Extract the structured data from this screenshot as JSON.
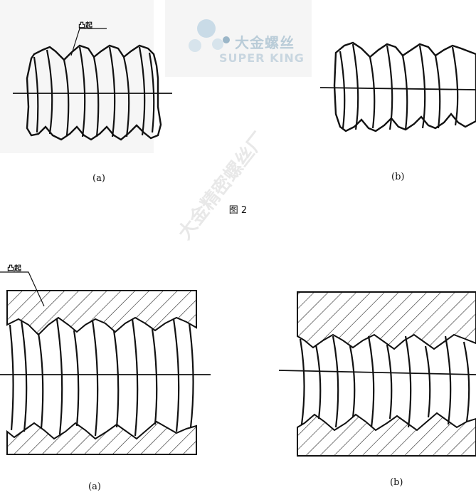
{
  "figure": {
    "title": "图 2",
    "top_row": {
      "left_caption": "(a)",
      "right_caption": "(b)",
      "callout": "凸起"
    },
    "bottom_row": {
      "left_caption": "(a)",
      "right_caption": "(b)",
      "callout": "凸起"
    }
  },
  "watermark": {
    "brand_cn": "大金螺丝",
    "brand_en": "SUPER KING",
    "diagonal_text": "大金精密螺丝厂"
  },
  "colors": {
    "line": "#111111",
    "hatch": "#222222",
    "watermark": "#b9ccd8"
  }
}
